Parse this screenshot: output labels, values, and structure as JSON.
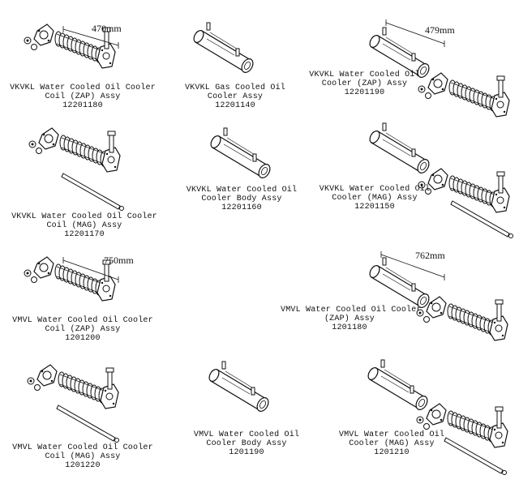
{
  "parts": [
    {
      "id": "p1",
      "lines": [
        "VKVKL Water Cooled Oil Cooler",
        "Coil (ZAP) Assy",
        "12201180"
      ],
      "dimension": "470mm"
    },
    {
      "id": "p2",
      "lines": [
        "VKVKL Gas Cooled Oil",
        "Cooler Assy",
        "12201140"
      ]
    },
    {
      "id": "p3",
      "lines": [
        "VKVKL Water Cooled Oil",
        "Cooler (ZAP) Assy",
        "12201190"
      ],
      "dimension": "479mm"
    },
    {
      "id": "p4",
      "lines": [
        "VKVKL Water Cooled Oil Cooler",
        "Coil (MAG) Assy",
        "12201170"
      ]
    },
    {
      "id": "p5",
      "lines": [
        "VKVKL Water Cooled Oil",
        "Cooler Body Assy",
        "12201160"
      ]
    },
    {
      "id": "p6",
      "lines": [
        "VKVKL Water Cooled Oil",
        "Cooler (MAG) Assy",
        "12201150"
      ]
    },
    {
      "id": "p7",
      "lines": [
        "VMVL Water Cooled Oil Cooler",
        "Coil (ZAP) Assy",
        "1201200"
      ],
      "dimension": "750mm"
    },
    {
      "id": "p8",
      "lines": [
        "VMVL Water Cooled Oil Cooler",
        "(ZAP) Assy",
        "1201180"
      ],
      "dimension": "762mm"
    },
    {
      "id": "p9",
      "lines": [
        "VMVL Water Cooled Oil Cooler",
        "Coil (MAG) Assy",
        "1201220"
      ]
    },
    {
      "id": "p10",
      "lines": [
        "VMVL Water Cooled Oil",
        "Cooler Body Assy",
        "1201190"
      ]
    },
    {
      "id": "p11",
      "lines": [
        "VMVL Water Cooled Oil",
        "Cooler (MAG) Assy",
        "1201210"
      ]
    }
  ]
}
